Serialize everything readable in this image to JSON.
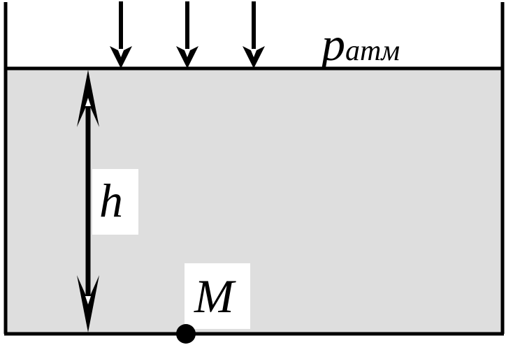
{
  "labels": {
    "pressure_main": "p",
    "pressure_subscript": "атм",
    "depth": "h",
    "point": "M"
  },
  "colors": {
    "liquid": "#dedede",
    "stroke": "#000000",
    "label_background": "#ffffff"
  }
}
